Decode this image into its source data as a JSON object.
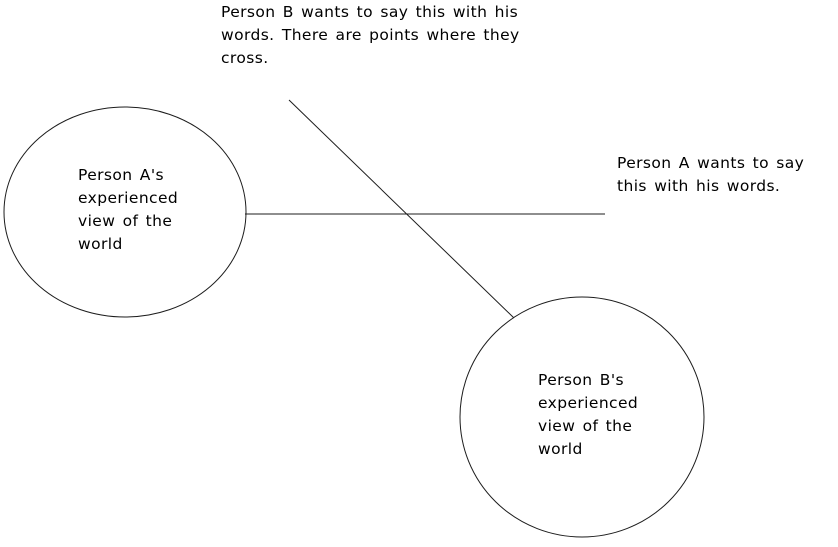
{
  "diagram": {
    "background_color": "#ffffff",
    "text_color": "#000000",
    "line_color": "#1c1c1c",
    "annotation_b": {
      "lines": [
        "Person B wants to say this with his",
        "words. There are points where they",
        "cross."
      ]
    },
    "annotation_a": {
      "lines": [
        "Person A wants to say",
        "this with his words."
      ]
    },
    "circle_a": {
      "label_lines": [
        "Person A's",
        "experienced",
        "view of the",
        "world"
      ]
    },
    "circle_b": {
      "label_lines": [
        "Person B's",
        "experienced",
        "view of the",
        "world"
      ]
    }
  }
}
